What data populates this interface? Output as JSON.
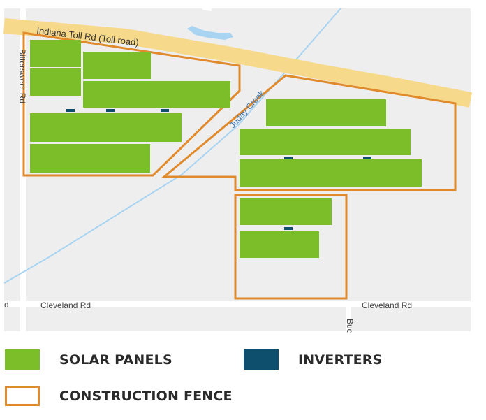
{
  "map": {
    "roads": {
      "toll_road": "Indiana Toll Rd (Toll road)",
      "bittersweet": "Bittersweet Rd",
      "cleveland_left": "Cleveland Rd",
      "cleveland_right": "Cleveland Rd",
      "cleveland_stub": "d",
      "buc_stub": "Buc"
    },
    "creek": "Juday Creek",
    "colors": {
      "solar": "#7bbe2a",
      "inverter": "#0f4f6e",
      "fence": "#e08a2c",
      "toll_road": "#f6d98a",
      "water": "#a8d4f2",
      "background": "#eeeeee"
    }
  },
  "legend": {
    "solar_panels": "SOLAR PANELS",
    "inverters": "INVERTERS",
    "construction_fence": "CONSTRUCTION FENCE"
  }
}
